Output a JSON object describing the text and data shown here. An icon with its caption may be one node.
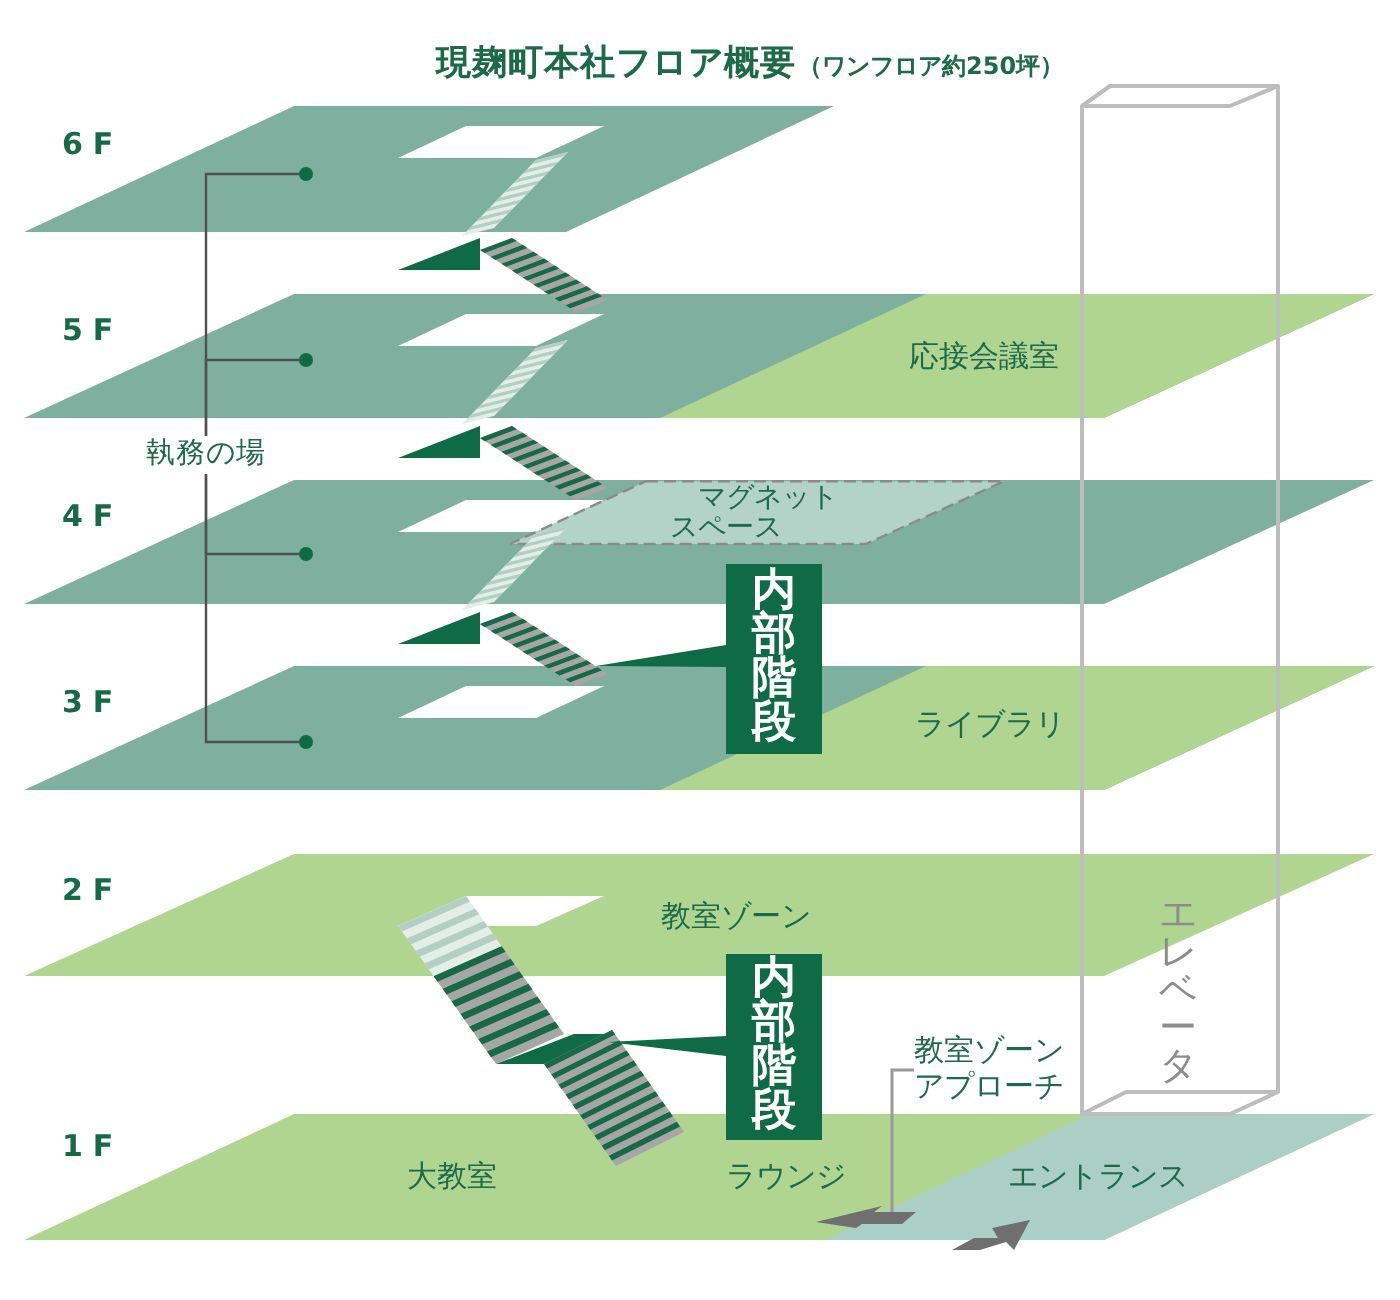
{
  "diagram": {
    "title": "現麹町本社フロア概要",
    "nodes": [
      {
        "text": [
          "6F"
        ]
      },
      {
        "text": [
          "5F"
        ]
      },
      {
        "text": [
          "応接会議室"
        ],
        "in": 1
      },
      {
        "text": [
          "4F"
        ]
      },
      {
        "text": [
          "マグネットスペース"
        ],
        "in": 3
      },
      {
        "text": [
          "3F"
        ]
      },
      {
        "text": [
          "ライブラリ"
        ],
        "in": 5
      },
      {
        "text": [
          "2F",
          "教室ゾーン"
        ]
      },
      {
        "text": [
          "1F",
          "大教室",
          "ラウンジ"
        ]
      },
      {
        "text": [
          "エントランス"
        ],
        "in": 8
      },
      {
        "text": [
          "執務の場"
        ]
      },
      {
        "text": [
          "内部階段"
        ]
      },
      {
        "text": [],
        "shape": "picture"
      },
      {
        "text": [
          "内部階段"
        ]
      },
      {
        "text": [],
        "shape": "picture"
      },
      {
        "text": [
          "教室ゾーンアプローチ"
        ]
      },
      {
        "text": [],
        "shape": "arrow",
        "in": 8
      },
      {
        "text": [
          "エレベータ"
        ]
      }
    ],
    "edges": [
      {
        "from": 10,
        "to": 0,
        "arrow": "other"
      },
      {
        "from": 10,
        "to": 1,
        "arrow": "other"
      },
      {
        "from": 10,
        "to": 3,
        "arrow": "other"
      },
      {
        "from": 10,
        "to": 5,
        "arrow": "other"
      },
      {
        "from": 11,
        "to": 12,
        "arrow": "none",
        "color": "#0f6a48"
      },
      {
        "from": 13,
        "to": 14,
        "arrow": "none",
        "color": "#0f6a48"
      },
      {
        "from": 15,
        "to": 16,
        "arrow": "none",
        "color": "#999999"
      }
    ],
    "labels": [
      "（ワンフロア約250坪）"
    ]
  }
}
